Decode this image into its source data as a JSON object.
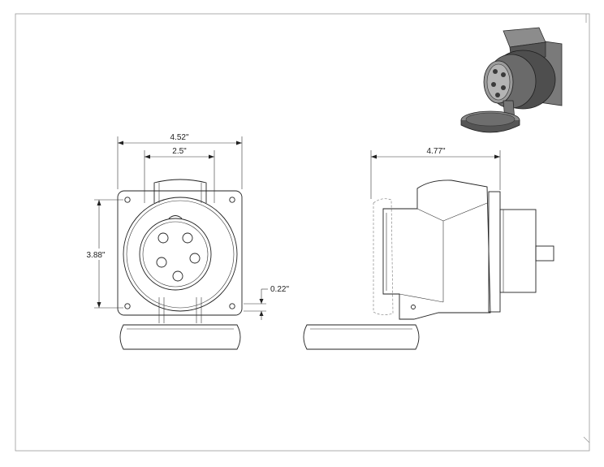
{
  "drawing": {
    "dimensions": {
      "front_width": "4.52\"",
      "front_opening": "2.5\"",
      "front_height": "3.88\"",
      "plate_thickness": "0.22\"",
      "side_depth": "4.77\""
    },
    "colors": {
      "line": "#222222",
      "hidden": "#888888",
      "render_dark": "#3c3c3c",
      "render_mid": "#6e6e6e",
      "render_light": "#a8a8a8"
    }
  }
}
